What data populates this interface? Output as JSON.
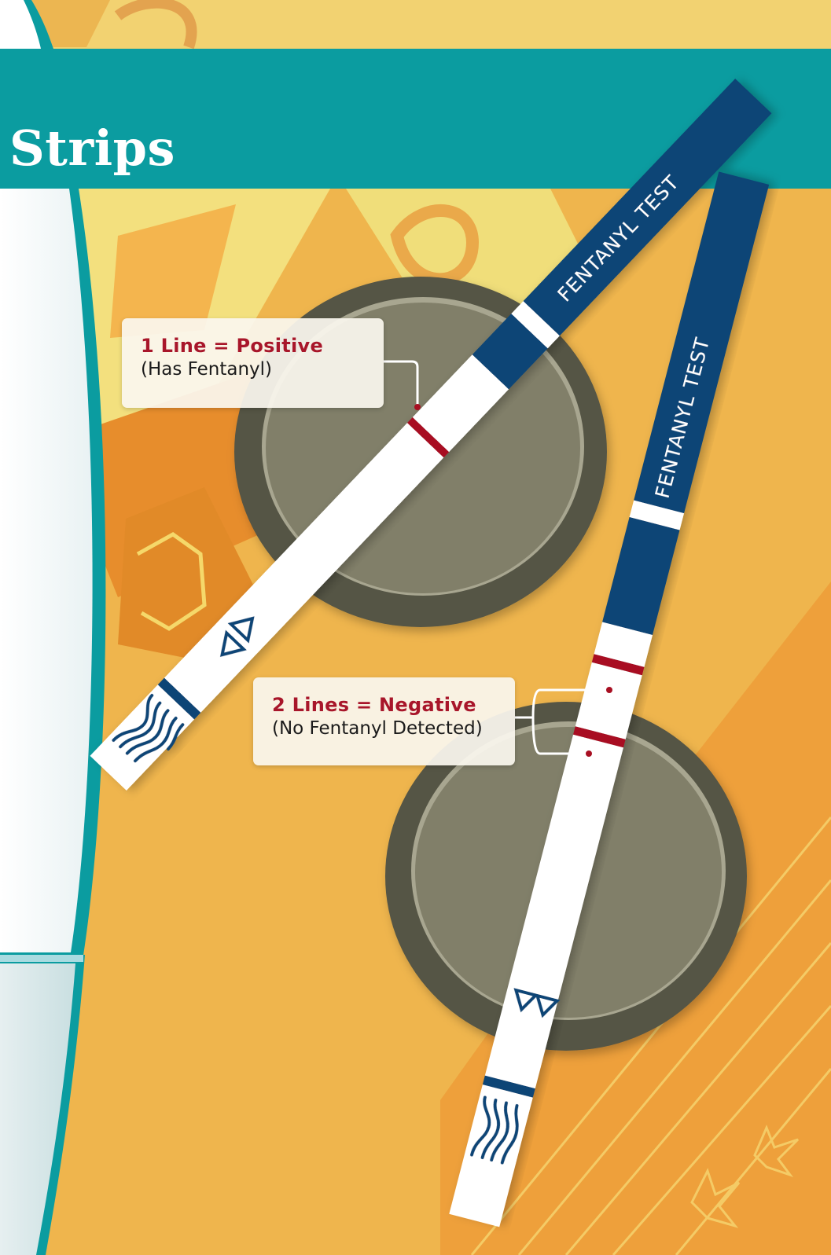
{
  "heading": "Strips",
  "strips": {
    "left_label": "FENTANYL TEST",
    "right_label": "FENTANYL TEST"
  },
  "callouts": {
    "positive": {
      "head": "1 Line = Positive",
      "sub": "(Has Fentanyl)"
    },
    "negative": {
      "head": "2 Lines = Negative",
      "sub": "(No Fentanyl Detected)"
    }
  },
  "colors": {
    "banner_teal": "#0b9ca0",
    "strip_navy": "#0f4476",
    "result_line_red": "#a80f22",
    "callout_head_red": "#a8162a",
    "dish_dark": "#555545",
    "dish_inner": "#817f69",
    "background_orange": "#efb54d"
  }
}
